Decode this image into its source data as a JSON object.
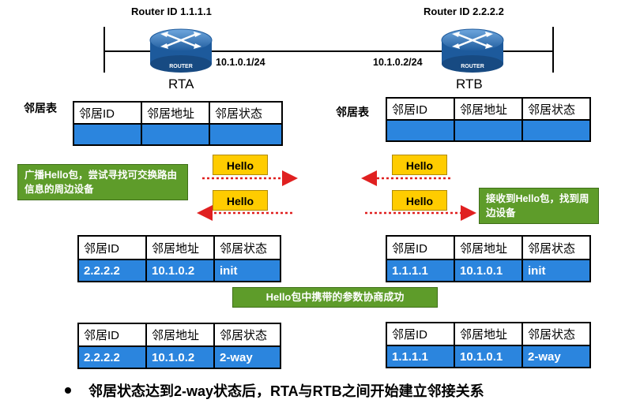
{
  "routers": {
    "rta": {
      "router_id": "Router ID 1.1.1.1",
      "name": "RTA",
      "ip": "10.1.0.1/24",
      "icon_label": "ROUTER"
    },
    "rtb": {
      "router_id": "Router ID 2.2.2.2",
      "name": "RTB",
      "ip": "10.1.0.2/24",
      "icon_label": "ROUTER"
    }
  },
  "neighbor_table_label": "邻居表",
  "headers": [
    "邻居ID",
    "邻居地址",
    "邻居状态"
  ],
  "tables": {
    "rta_init_row": [
      "2.2.2.2",
      "10.1.0.2",
      "init"
    ],
    "rtb_init_row": [
      "1.1.1.1",
      "10.1.0.1",
      "init"
    ],
    "rta_2way_row": [
      "2.2.2.2",
      "10.1.0.2",
      "2-way"
    ],
    "rtb_2way_row": [
      "1.1.1.1",
      "10.1.0.1",
      "2-way"
    ]
  },
  "hello_label": "Hello",
  "notes": {
    "broadcast": "广播Hello包，尝试寻找可交换路由信息的周边设备",
    "received": "接收到Hello包，找到周边设备",
    "negotiation": "Hello包中携带的参数协商成功"
  },
  "bottom_text": "邻居状态达到2-way状态后，RTA与RTB之间开始建立邻接关系",
  "colors": {
    "table_row": "#2b85de",
    "hello": "#ffcc00",
    "note": "#5e9c2a",
    "arrow": "#e02020"
  }
}
